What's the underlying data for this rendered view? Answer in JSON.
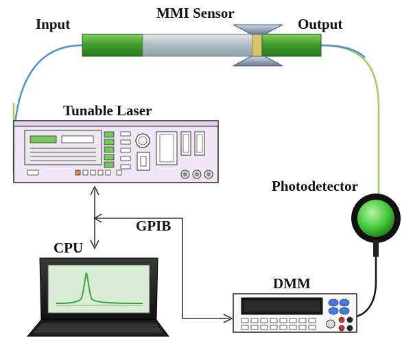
{
  "labels": {
    "input": "Input",
    "mmi_sensor": "MMI Sensor",
    "output": "Output",
    "tunable_laser": "Tunable Laser",
    "photodetector": "Photodetector",
    "gpib": "GPIB",
    "cpu": "CPU",
    "dmm": "DMM"
  },
  "colors": {
    "fiber_green": "#9ccf5a",
    "fiber_blue": "#4f8fd0",
    "sensor_green": "#3f9f2f",
    "sensor_gray": "#b9c6cc",
    "laser_panel": "#f1e6f5",
    "detector_green": "#52d64a",
    "screen_bg": "#d9ecd6",
    "trace_green": "#3aa63a"
  },
  "icons": {
    "mmi_sensor": "fiber-sensor-icon",
    "laser": "tunable-laser-instrument-icon",
    "detector": "photodetector-icon",
    "dmm": "digital-multimeter-icon",
    "cpu": "laptop-icon"
  }
}
